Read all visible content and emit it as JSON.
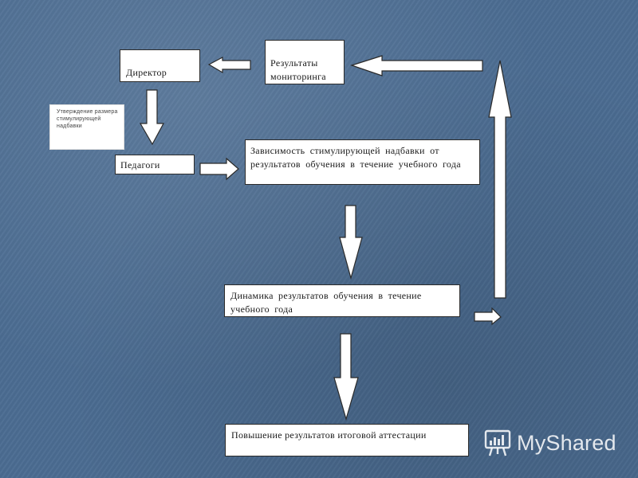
{
  "nodes": {
    "director": "Директор",
    "monitoring_results": "Результаты мониторинга",
    "approval_note": "Утверждение размера стимулирующей надбавки",
    "teachers": "Педагоги",
    "bonus_dependency": "Зависимость стимулирующей надбавки от результатов обучения в течение учебного года",
    "results_dynamics": "Динамика результатов обучения в течение учебного года",
    "attestation_improvement": "Повышение результатов итоговой аттестации"
  },
  "watermark": {
    "text": "MyShared",
    "icon": "presentation-board-icon"
  },
  "colors": {
    "background": "#4b6c92",
    "box": "#ffffff",
    "arrow_fill": "#ffffff",
    "arrow_stroke": "#2a2a2a"
  }
}
